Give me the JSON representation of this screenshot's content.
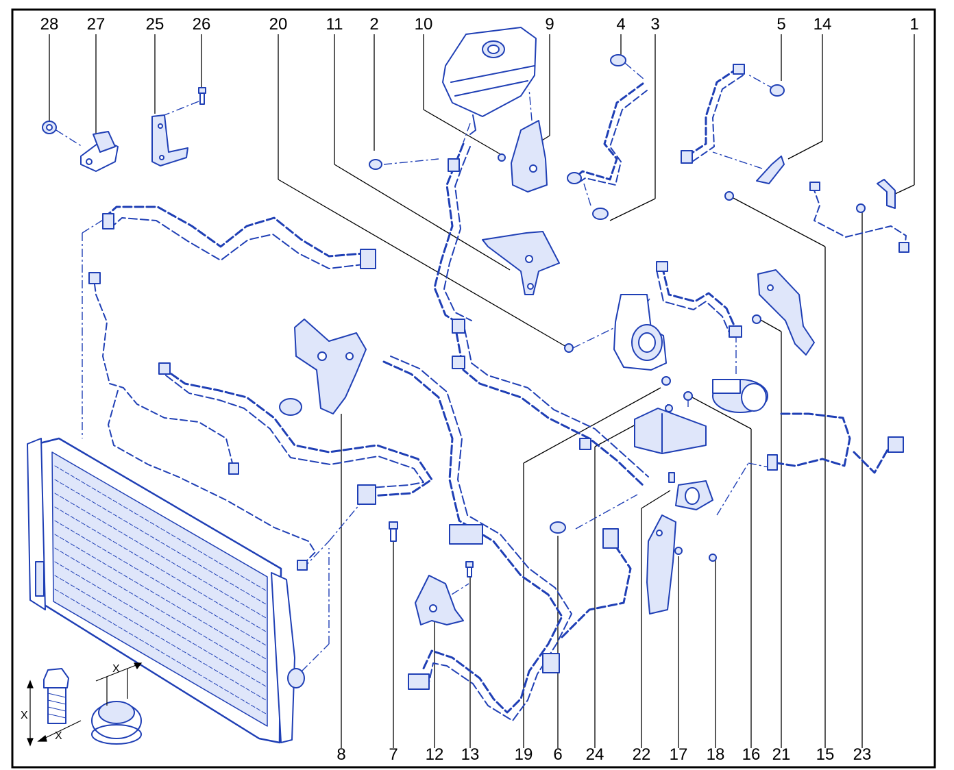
{
  "diagram": {
    "top_callouts": [
      "28",
      "27",
      "25",
      "26",
      "20",
      "11",
      "2",
      "10",
      "9",
      "4",
      "3",
      "5",
      "14",
      "1"
    ],
    "bottom_callouts": [
      "8",
      "7",
      "12",
      "13",
      "19",
      "6",
      "24",
      "22",
      "17",
      "18",
      "16",
      "21",
      "15",
      "23"
    ],
    "dimension_label": "X"
  },
  "colors": {
    "ink": "#1f3fb5",
    "fill": "#dfe6fa",
    "leader": "#000000",
    "frame": "#000000"
  }
}
